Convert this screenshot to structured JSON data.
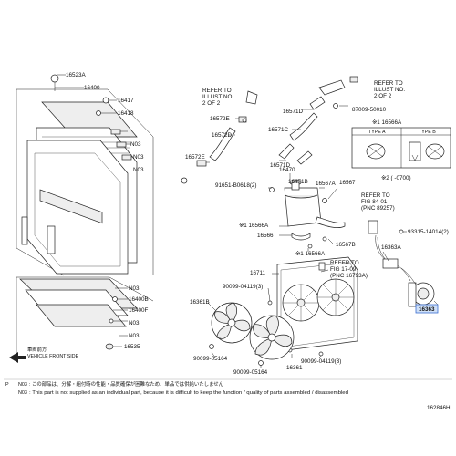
{
  "callouts": {
    "c16523a": "16523A",
    "c16400": "16400",
    "c16417": "16417",
    "c16418": "16418",
    "n03_a": "N03",
    "n03_b": "N03",
    "n03_c": "N03",
    "n03_d": "N03",
    "n03_e": "N03",
    "n03_f": "N03",
    "c16400b": "16400B",
    "c16400f": "16400F",
    "c16535": "16535",
    "c16572e_top": "16572E",
    "c16572d": "16572D",
    "c16572e_bot": "16572E",
    "c16571d_top": "16571D",
    "c16571c": "16571C",
    "c16571d_bot": "16571D",
    "c87009": "87009-50010",
    "c16566a_top": "16566A",
    "c16470": "16470",
    "c16471b": "16471B",
    "c16567a": "16567A",
    "c16567": "16567",
    "c91651": "91651-B0618(2)",
    "c16566a_mid": "16566A",
    "c16566": "16566",
    "c16566a_low": "16566A",
    "c16567b": "16567B",
    "c93315": "93315-14014(2)",
    "c16363a": "16363A",
    "c16363": "16363",
    "c16711": "16711",
    "c16361b": "16361B",
    "c16361": "16361",
    "c90099_a": "90099-04119(3)",
    "c90099_b": "90099-05164",
    "c90099_c": "90099-05164",
    "c90099_d": "90099-04119(3)",
    "star1": "※1",
    "star2": "※2",
    "star2_range": "(   -0700)"
  },
  "refers": {
    "r1_a": "REFER TO",
    "r1_b": "ILLUST NO.",
    "r1_c": "2 OF 2",
    "r2_a": "REFER TO",
    "r2_b": "ILLUST NO.",
    "r2_c": "2 OF 2",
    "r3_a": "REFER TO",
    "r3_b": "FIG 84-01",
    "r3_c": "(PNC 89257)",
    "r4_a": "REFER TO",
    "r4_b": "FIG 17-09",
    "r4_c": "(PNC 16793A)"
  },
  "types": {
    "a": "TYPE A",
    "b": "TYPE B"
  },
  "vehicle_front": {
    "jp": "車両前方",
    "en": "VEHICLE FRONT SIDE"
  },
  "notes": {
    "p": "P",
    "n03_label": "N03",
    "n03_jp_label": "N03",
    "jp_text": ": この部品は、分解・組付時の性能・品質確保が困難なため、単品では供給いたしません",
    "en_text": ": This part is not supplied as an individual part, because it is difficult to keep the function / quality of parts assembled / disassembled"
  },
  "illustration_id": "162846H"
}
